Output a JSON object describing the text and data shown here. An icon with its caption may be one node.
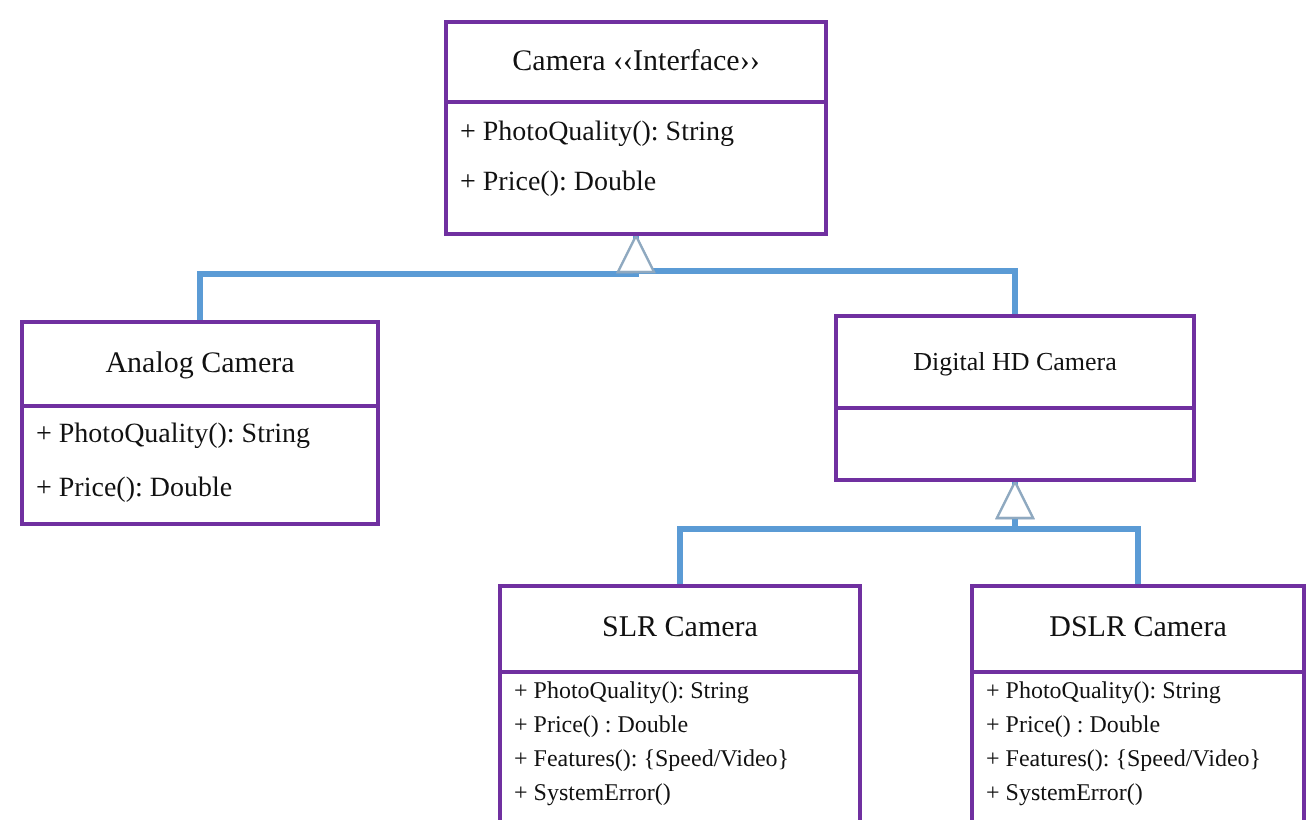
{
  "diagram": {
    "nodes": [
      {
        "text": [
          "Camera ‹‹Interface››",
          "+ PhotoQuality(): String",
          "+ Price(): Double"
        ]
      },
      {
        "text": [
          "Analog Camera",
          "+ PhotoQuality(): String",
          "+ Price(): Double"
        ]
      },
      {
        "text": [
          "Digital HD Camera"
        ]
      },
      {
        "text": [
          "SLR Camera",
          "+ PhotoQuality(): String",
          "+ Price() : Double",
          "+ Features(): {Speed/Video}",
          "+ SystemError()"
        ]
      },
      {
        "text": [
          "DSLR Camera",
          "+ PhotoQuality(): String",
          "+ Price() : Double",
          "+ Features(): {Speed/Video}",
          "+ SystemError()"
        ]
      }
    ],
    "edges": [
      {
        "from": 1,
        "to": 0,
        "arrow": "to"
      },
      {
        "from": 2,
        "to": 0,
        "arrow": "to"
      },
      {
        "from": 3,
        "to": 2,
        "arrow": "to"
      },
      {
        "from": 4,
        "to": 2,
        "arrow": "to"
      }
    ]
  }
}
